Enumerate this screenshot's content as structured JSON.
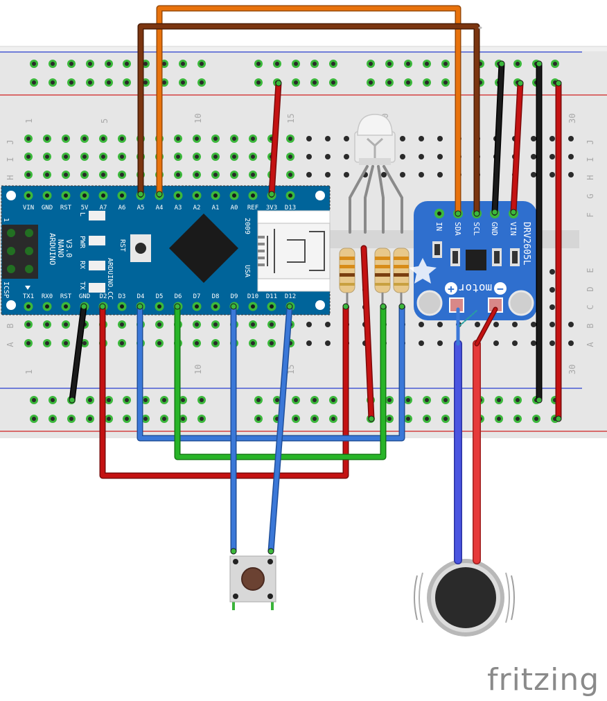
{
  "breadboard": {
    "column_numbers": [
      "1",
      "5",
      "10",
      "15",
      "20",
      "30"
    ],
    "row_letters_top": [
      "J",
      "I",
      "H",
      "G",
      "F"
    ],
    "row_letters_bottom": [
      "E",
      "D",
      "C",
      "B",
      "A"
    ]
  },
  "arduino": {
    "name_line1": "ARDUINO",
    "name_line2": "NANO",
    "name_line3": "V3.0",
    "site": "ARDUINO.CC",
    "year": "2009",
    "usa": "USA",
    "rst": "RST",
    "icsp": "ICSP",
    "icsp_pin": "1",
    "top_pins": [
      "VIN",
      "GND",
      "RST",
      "5V",
      "A7",
      "A6",
      "A5",
      "A4",
      "A3",
      "A2",
      "A1",
      "A0",
      "REF",
      "3V3",
      "D13"
    ],
    "bottom_pins": [
      "TX1",
      "RX0",
      "RST",
      "GND",
      "D2",
      "D3",
      "D4",
      "D5",
      "D6",
      "D7",
      "D8",
      "D9",
      "D10",
      "D11",
      "D12"
    ],
    "leds": [
      "L",
      "PWR",
      "RX",
      "TX"
    ]
  },
  "drv": {
    "title": "DRV2605L",
    "pins": [
      "IN",
      "SDA",
      "SCL",
      "GND",
      "VIN"
    ],
    "motor_label": "motor",
    "plus": "+",
    "minus": "−"
  },
  "wire_colors": {
    "orange": "#e8720c",
    "brown": "#7b3510",
    "red": "#c41212",
    "black": "#1a1a1a",
    "blue": "#3b78d8",
    "green": "#28b428",
    "motor_blue": "#4a55e0",
    "motor_red": "#e63a3a"
  },
  "brand": "fritzing"
}
